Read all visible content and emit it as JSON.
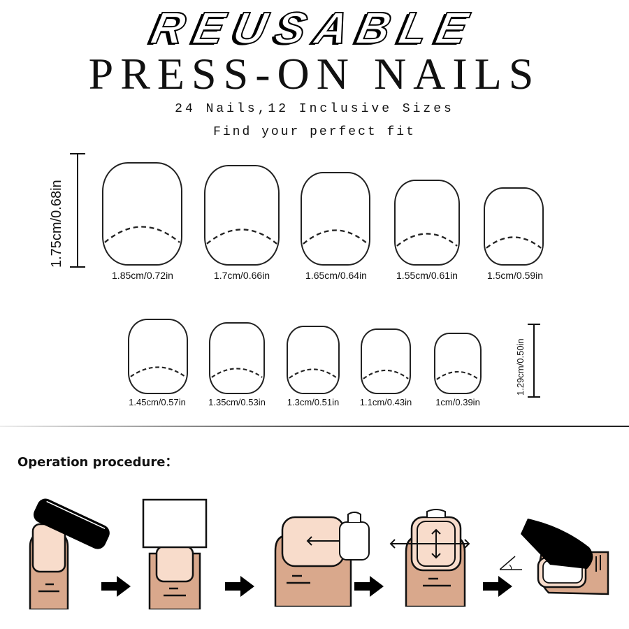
{
  "header": {
    "title_top": "REUSABLE",
    "title_main": "PRESS-ON NAILS",
    "subtitle_1": "24 Nails,12 Inclusive Sizes",
    "subtitle_2": "Find your perfect fit"
  },
  "size_chart": {
    "row1_height_label": "1.75cm/0.68in",
    "row2_height_label": "1.29cm/0.50in",
    "row1": [
      {
        "label": "1.85cm/0.72in"
      },
      {
        "label": "1.7cm/0.66in"
      },
      {
        "label": "1.65cm/0.64in"
      },
      {
        "label": "1.55cm/0.61in"
      },
      {
        "label": "1.5cm/0.59in"
      }
    ],
    "row2": [
      {
        "label": "1.45cm/0.57in"
      },
      {
        "label": "1.35cm/0.53in"
      },
      {
        "label": "1.3cm/0.51in"
      },
      {
        "label": "1.1cm/0.43in"
      },
      {
        "label": "1cm/0.39in"
      }
    ]
  },
  "procedure": {
    "heading": "Operation procedure：",
    "steps": [
      {
        "icon": "file-nail-icon"
      },
      {
        "icon": "clean-nail-pad-icon"
      },
      {
        "icon": "select-size-icon"
      },
      {
        "icon": "align-nail-icon"
      },
      {
        "icon": "press-at-angle-icon"
      }
    ]
  },
  "colors": {
    "skin": "#d9a88c",
    "nail_bed": "#f8dccb",
    "ink": "#111111"
  }
}
